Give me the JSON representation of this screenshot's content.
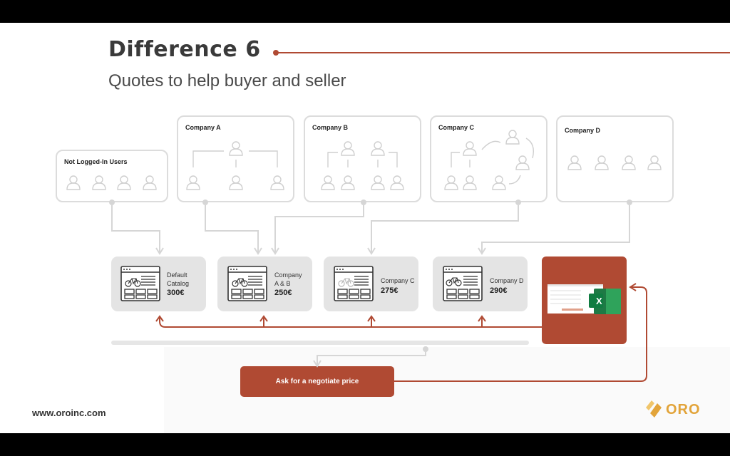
{
  "slide": {
    "title": "Difference 6",
    "subtitle": "Quotes to help buyer and seller"
  },
  "groups": [
    {
      "label": "Not Logged-In Users"
    },
    {
      "label": "Company A"
    },
    {
      "label": "Company B"
    },
    {
      "label": "Company C"
    },
    {
      "label": "Company D"
    }
  ],
  "catalogs": [
    {
      "name_lines": [
        "Default",
        "Catalog"
      ],
      "price": "300€"
    },
    {
      "name_lines": [
        "Company",
        "A & B"
      ],
      "price": "250€"
    },
    {
      "name_lines": [
        "Company C"
      ],
      "price": "275€"
    },
    {
      "name_lines": [
        "Company D"
      ],
      "price": "290€"
    }
  ],
  "ask_button": {
    "label": "Ask for a negotiate price"
  },
  "excel": {
    "icon": "excel-icon",
    "letter": "X"
  },
  "footer": {
    "url": "www.oroinc.com"
  },
  "logo": {
    "text": "ORO",
    "icon": "oro-logo-icon"
  },
  "colors": {
    "accent": "#b04a33",
    "logo": "#e2a43a",
    "line": "#d6d6d6",
    "panel": "#e4e4e4"
  }
}
